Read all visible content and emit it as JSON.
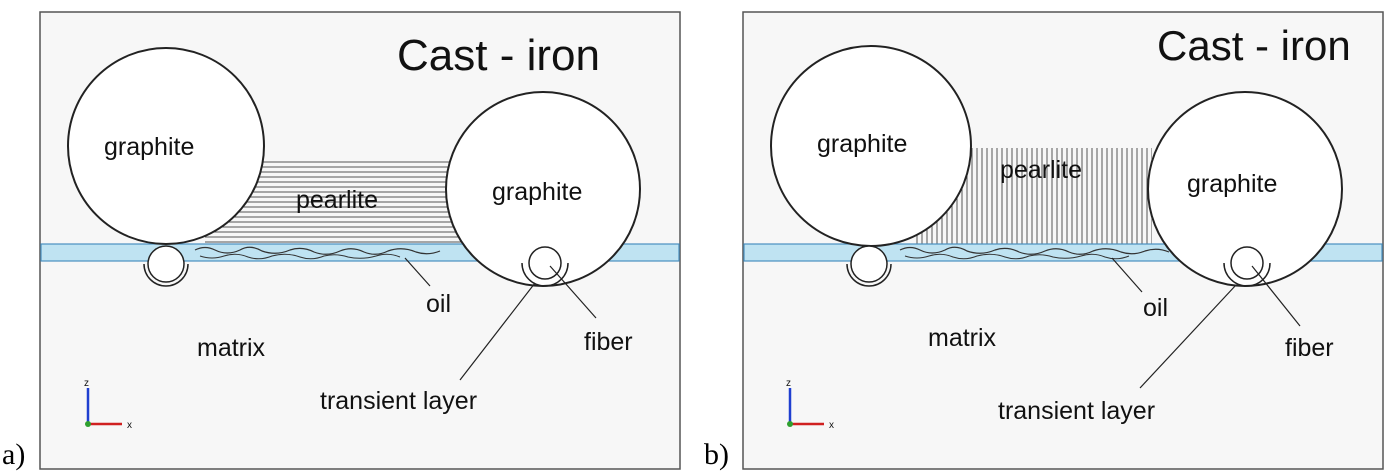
{
  "panels": [
    {
      "letter": "a)",
      "title": "Cast - iron",
      "labels": {
        "graphite_left": "graphite",
        "graphite_right": "graphite",
        "pearlite": "pearlite",
        "oil": "oil",
        "matrix": "matrix",
        "fiber": "fiber",
        "transient_layer": "transient layer"
      },
      "pearlite_lamellae": "horizontal",
      "axes": {
        "z": "z",
        "x": "x"
      }
    },
    {
      "letter": "b)",
      "title": "Cast - iron",
      "labels": {
        "graphite_left": "graphite",
        "graphite_right": "graphite",
        "pearlite": "pearlite",
        "oil": "oil",
        "matrix": "matrix",
        "fiber": "fiber",
        "transient_layer": "transient layer"
      },
      "pearlite_lamellae": "vertical",
      "axes": {
        "z": "z",
        "x": "x"
      }
    }
  ],
  "colors": {
    "oil_band": "#bfe3f2",
    "oil_band_edge": "#4a90c0",
    "background": "#f7f7f7",
    "axis_z": "#1f3fd0",
    "axis_x": "#d02020",
    "axis_origin": "#2fa02f"
  }
}
